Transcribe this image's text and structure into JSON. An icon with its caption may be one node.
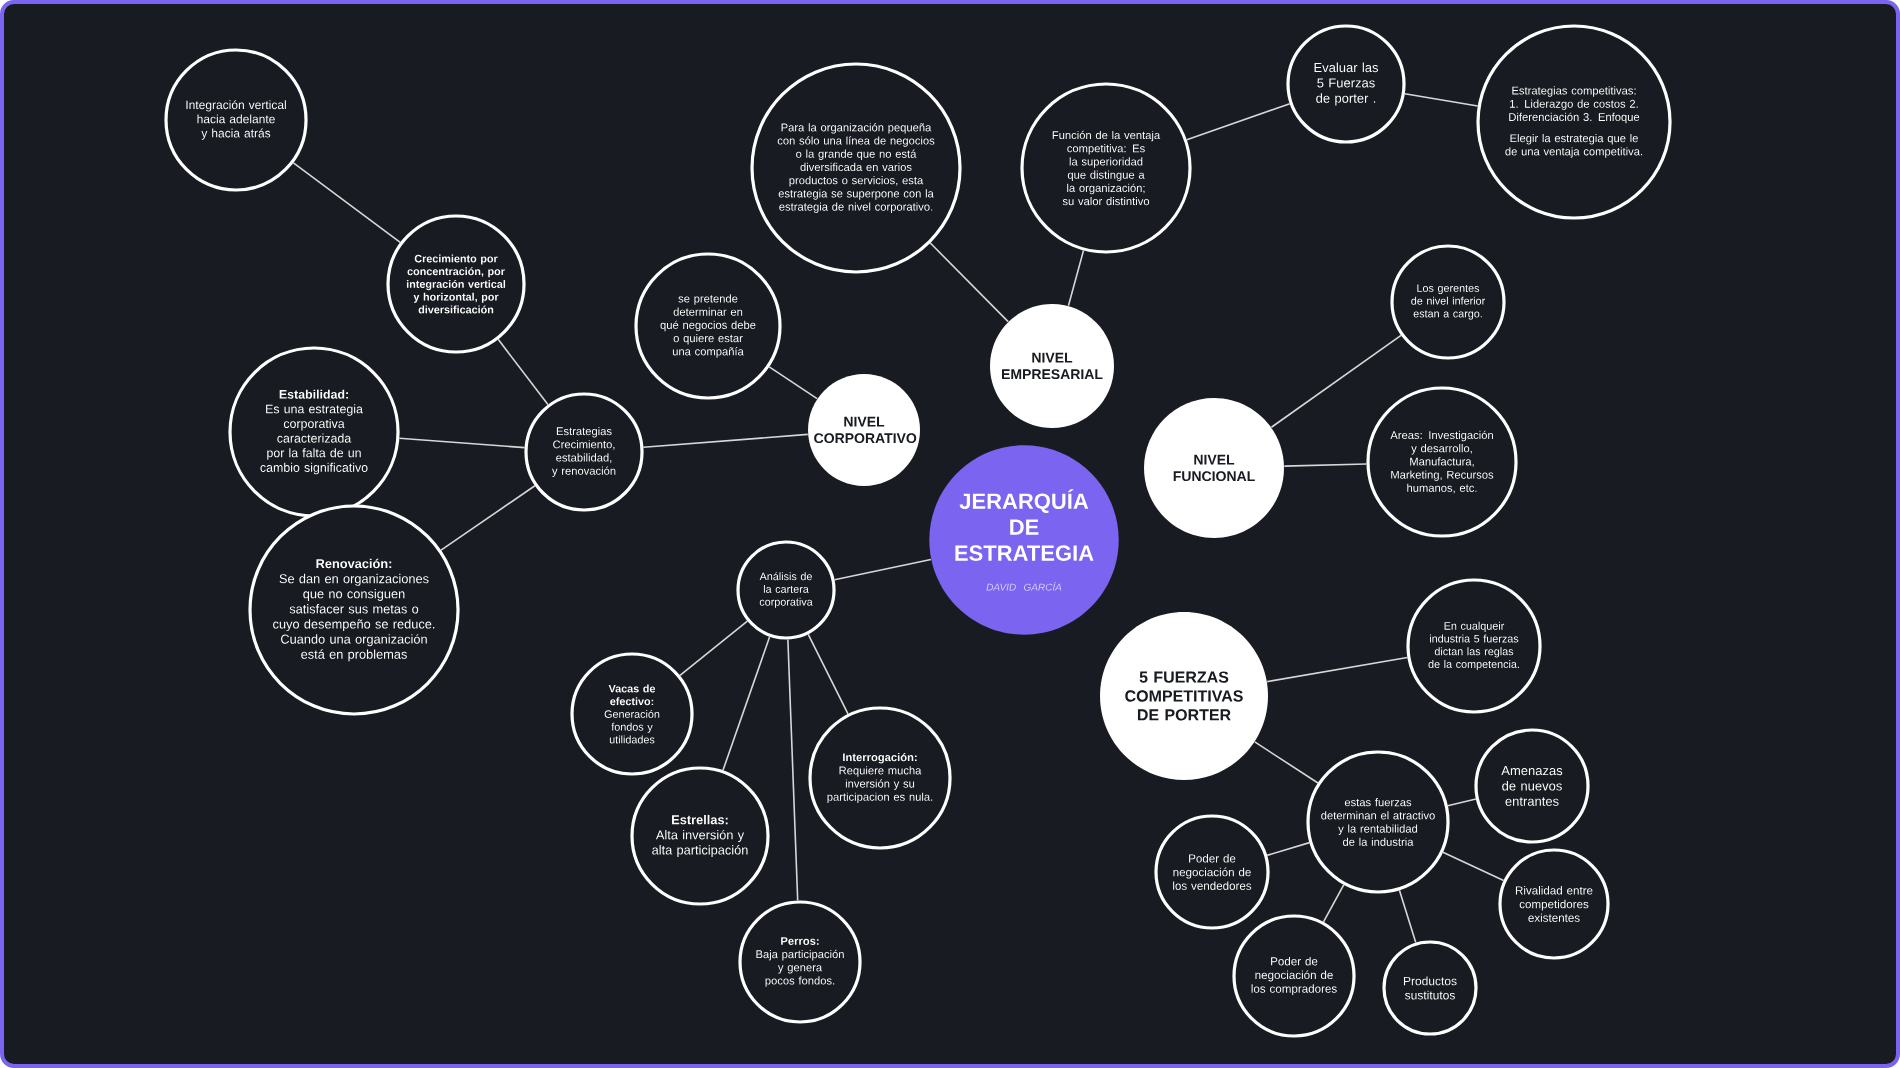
{
  "diagram": {
    "nodes": [
      {
        "text": [
          "JERARQUÍA DE ESTRATEGIA",
          "DAVID GARCÍA"
        ]
      },
      {
        "text": [
          "NIVEL CORPORATIVO"
        ]
      },
      {
        "text": [
          "NIVEL EMPRESARIAL"
        ]
      },
      {
        "text": [
          "NIVEL FUNCIONAL"
        ]
      },
      {
        "text": [
          "5 FUERZAS COMPETITIVAS DE PORTER"
        ]
      },
      {
        "text": [
          "se pretende determinar en qué negocios debe o quiere estar una compañía"
        ]
      },
      {
        "text": [
          "Para la organización pequeña con sólo una línea de negocios o la grande que no está diversificada en varios productos o servicios, esta estrategia se superpone con la estrategia de nivel corporativo."
        ]
      },
      {
        "text": [
          "Función de la ventaja competitiva: Es la superioridad que distingue a la organización; su valor distintivo"
        ]
      },
      {
        "text": [
          "Evaluar las 5 Fuerzas de porter ."
        ]
      },
      {
        "text": [
          "Estrategias competitivas: 1. Liderazgo de costos 2. Diferenciación 3. Enfoque",
          "Elegir la estrategia que le de una ventaja competitiva."
        ]
      },
      {
        "text": [
          "Los gerentes de nivel inferior estan a cargo."
        ]
      },
      {
        "text": [
          "Areas: Investigación y desarrollo, Manufactura, Marketing, Recursos humanos, etc."
        ]
      },
      {
        "text": [
          "En cualqueir industria 5 fuerzas dictan las reglas de la competencia."
        ]
      },
      {
        "text": [
          "estas fuerzas determinan el atractivo y la rentabilidad de la industria"
        ]
      },
      {
        "text": [
          "Amenazas de nuevos entrantes"
        ]
      },
      {
        "text": [
          "Rivalidad entre competidores existentes"
        ]
      },
      {
        "text": [
          "Productos sustitutos"
        ]
      },
      {
        "text": [
          "Poder de negociación de los compradores"
        ]
      },
      {
        "text": [
          "Poder de negociación de los vendedores"
        ]
      },
      {
        "text": [
          "Estrategias Crecimiento, estabilidad, y renovación"
        ]
      },
      {
        "text": [
          "Integración vertical hacia adelante y hacia atrás"
        ]
      },
      {
        "text": [
          "Crecimiento por concentración, por integración vertical y horizontal, por diversificación"
        ]
      },
      {
        "text": [
          "Estabilidad:",
          "Es una estrategia corporativa caracterizada por la falta de un cambio significativo"
        ]
      },
      {
        "text": [
          "Renovación:",
          "Se dan en organizaciones que no consiguen satisfacer sus metas o cuyo desempeño se reduce. Cuando una organización está en problemas"
        ]
      },
      {
        "text": [
          "Análisis de la cartera corporativa"
        ]
      },
      {
        "text": [
          "Vacas de efectivo:",
          "Generación fondos y utilidades"
        ]
      },
      {
        "text": [
          "Interrogación:",
          "Requiere mucha inversión y su participacion es nula."
        ]
      },
      {
        "text": [
          "Estrellas:",
          "Alta inversión y alta participación"
        ]
      },
      {
        "text": [
          "Perros:",
          "Baja participación y genera pocos fondos."
        ]
      }
    ],
    "edges": [
      {
        "from": 0,
        "to": 24,
        "arrow": "none"
      },
      {
        "from": 1,
        "to": 5,
        "arrow": "none"
      },
      {
        "from": 1,
        "to": 19,
        "arrow": "none"
      },
      {
        "from": 2,
        "to": 6,
        "arrow": "none"
      },
      {
        "from": 2,
        "to": 7,
        "arrow": "none"
      },
      {
        "from": 7,
        "to": 8,
        "arrow": "none"
      },
      {
        "from": 8,
        "to": 9,
        "arrow": "none"
      },
      {
        "from": 3,
        "to": 10,
        "arrow": "none"
      },
      {
        "from": 3,
        "to": 11,
        "arrow": "none"
      },
      {
        "from": 4,
        "to": 12,
        "arrow": "none"
      },
      {
        "from": 4,
        "to": 13,
        "arrow": "none"
      },
      {
        "from": 13,
        "to": 14,
        "arrow": "none"
      },
      {
        "from": 13,
        "to": 15,
        "arrow": "none"
      },
      {
        "from": 13,
        "to": 16,
        "arrow": "none"
      },
      {
        "from": 13,
        "to": 17,
        "arrow": "none"
      },
      {
        "from": 13,
        "to": 18,
        "arrow": "none"
      },
      {
        "from": 19,
        "to": 21,
        "arrow": "none"
      },
      {
        "from": 21,
        "to": 20,
        "arrow": "none"
      },
      {
        "from": 19,
        "to": 22,
        "arrow": "none"
      },
      {
        "from": 19,
        "to": 23,
        "arrow": "none"
      },
      {
        "from": 24,
        "to": 25,
        "arrow": "none"
      },
      {
        "from": 24,
        "to": 27,
        "arrow": "none"
      },
      {
        "from": 24,
        "to": 28,
        "arrow": "none"
      },
      {
        "from": 24,
        "to": 26,
        "arrow": "none"
      }
    ]
  }
}
